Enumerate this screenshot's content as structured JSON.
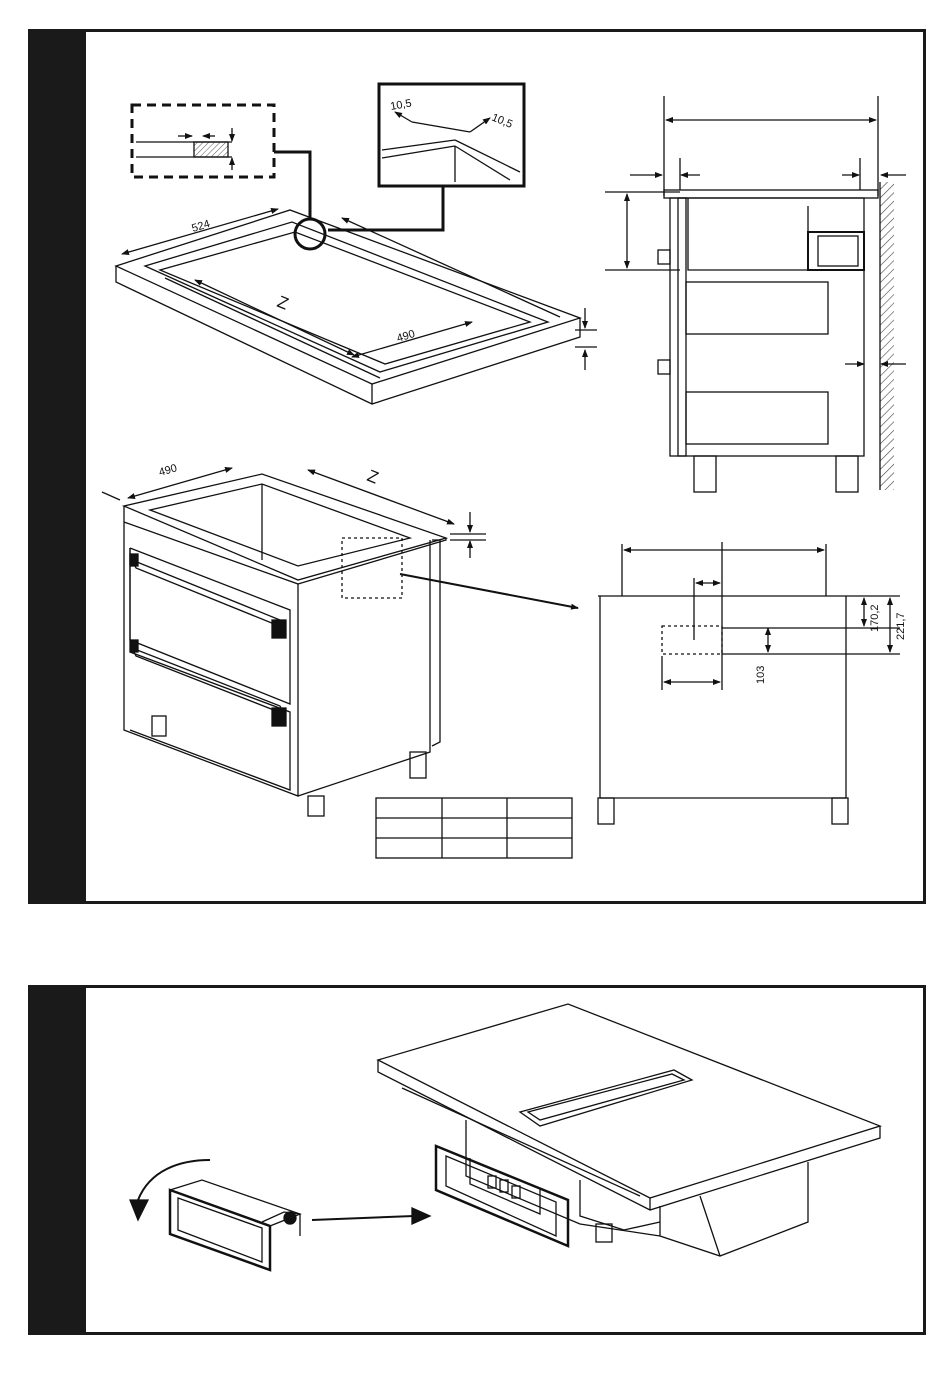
{
  "figure_1": {
    "dims": {
      "depth_1": "524",
      "depth_2": "490",
      "z_1": "Z",
      "detail_a": "10,5",
      "detail_b": "10,5",
      "depth_3": "490",
      "z_2": "Z",
      "offset": "103",
      "height_1": "170,2",
      "height_2": "221,7"
    },
    "table": {
      "rows": [
        [
          "",
          "",
          ""
        ],
        [
          "",
          "",
          ""
        ],
        [
          "",
          "",
          ""
        ]
      ]
    }
  },
  "figure_2": {
    "description_labels": []
  },
  "colors": {
    "line": "#111111",
    "tab": "#1a1a1a",
    "hatch": "#555555"
  }
}
